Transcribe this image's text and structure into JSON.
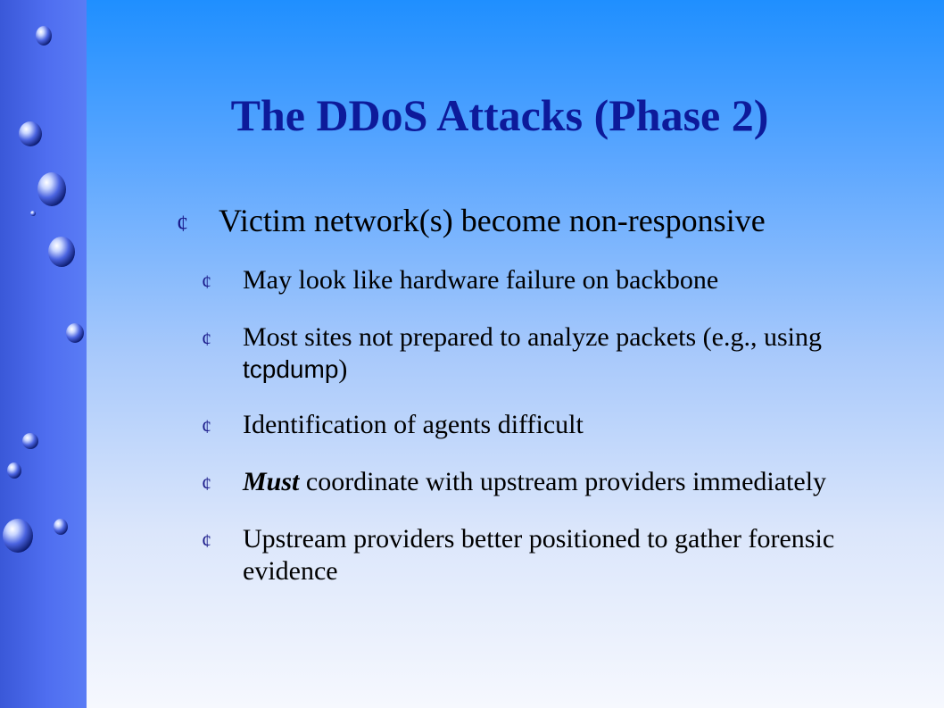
{
  "slide": {
    "title": "The DDoS Attacks (Phase 2)",
    "bullet_glyph": "¢",
    "main_bullet": "Victim network(s) become non-responsive",
    "sub_items": {
      "0": {
        "text": "May look like hardware failure on backbone"
      },
      "1": {
        "pre": "Most sites not prepared to analyze packets (e.g., using ",
        "code": "tcpdump",
        "post": ")"
      },
      "2": {
        "text": "Identification of agents difficult"
      },
      "3": {
        "emph": "Must",
        "rest": " coordinate with upstream providers immediately"
      },
      "4": {
        "text": "Upstream providers better positioned to gather forensic evidence"
      }
    }
  },
  "colors": {
    "title": "#0d1a9a",
    "side_bar": "#4f6ef0",
    "background_top": "#1f8fff",
    "background_bottom": "#f6f8fe"
  },
  "decoration": {
    "side_bar": "water-bubbles"
  }
}
